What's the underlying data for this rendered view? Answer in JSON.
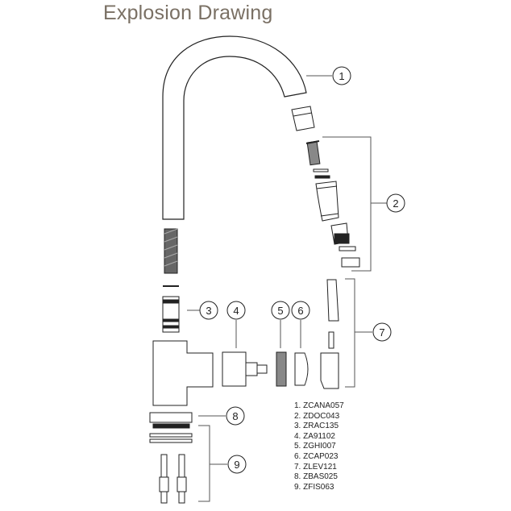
{
  "title": "Explosion Drawing",
  "callouts": [
    "1",
    "2",
    "3",
    "4",
    "5",
    "6",
    "7",
    "8",
    "9"
  ],
  "parts": [
    "1. ZCANA057",
    "2. ZDOC043",
    "3. ZRAC135",
    "4. ZA91102",
    "5. ZGHI007",
    "6. ZCAP023",
    "7. ZLEV121",
    "8. ZBAS025",
    "9. ZFIS063"
  ],
  "colors": {
    "title": "#7a7064",
    "line": "#222222",
    "leader": "#555555"
  }
}
